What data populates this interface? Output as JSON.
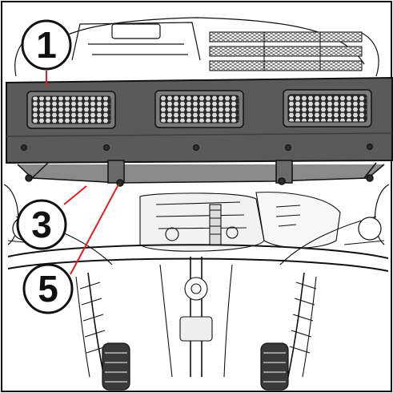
{
  "diagram": {
    "kind": "vehicle-underside-line-drawing",
    "callouts": [
      {
        "id": "c1",
        "label": "1"
      },
      {
        "id": "c3",
        "label": "3"
      },
      {
        "id": "c5",
        "label": "5"
      }
    ],
    "colors": {
      "leader_line": "#e01e24",
      "ink": "#111111",
      "plate_fill": "#5a5a5a",
      "plate_dark": "#3f3f3f",
      "background": "#ffffff"
    }
  }
}
